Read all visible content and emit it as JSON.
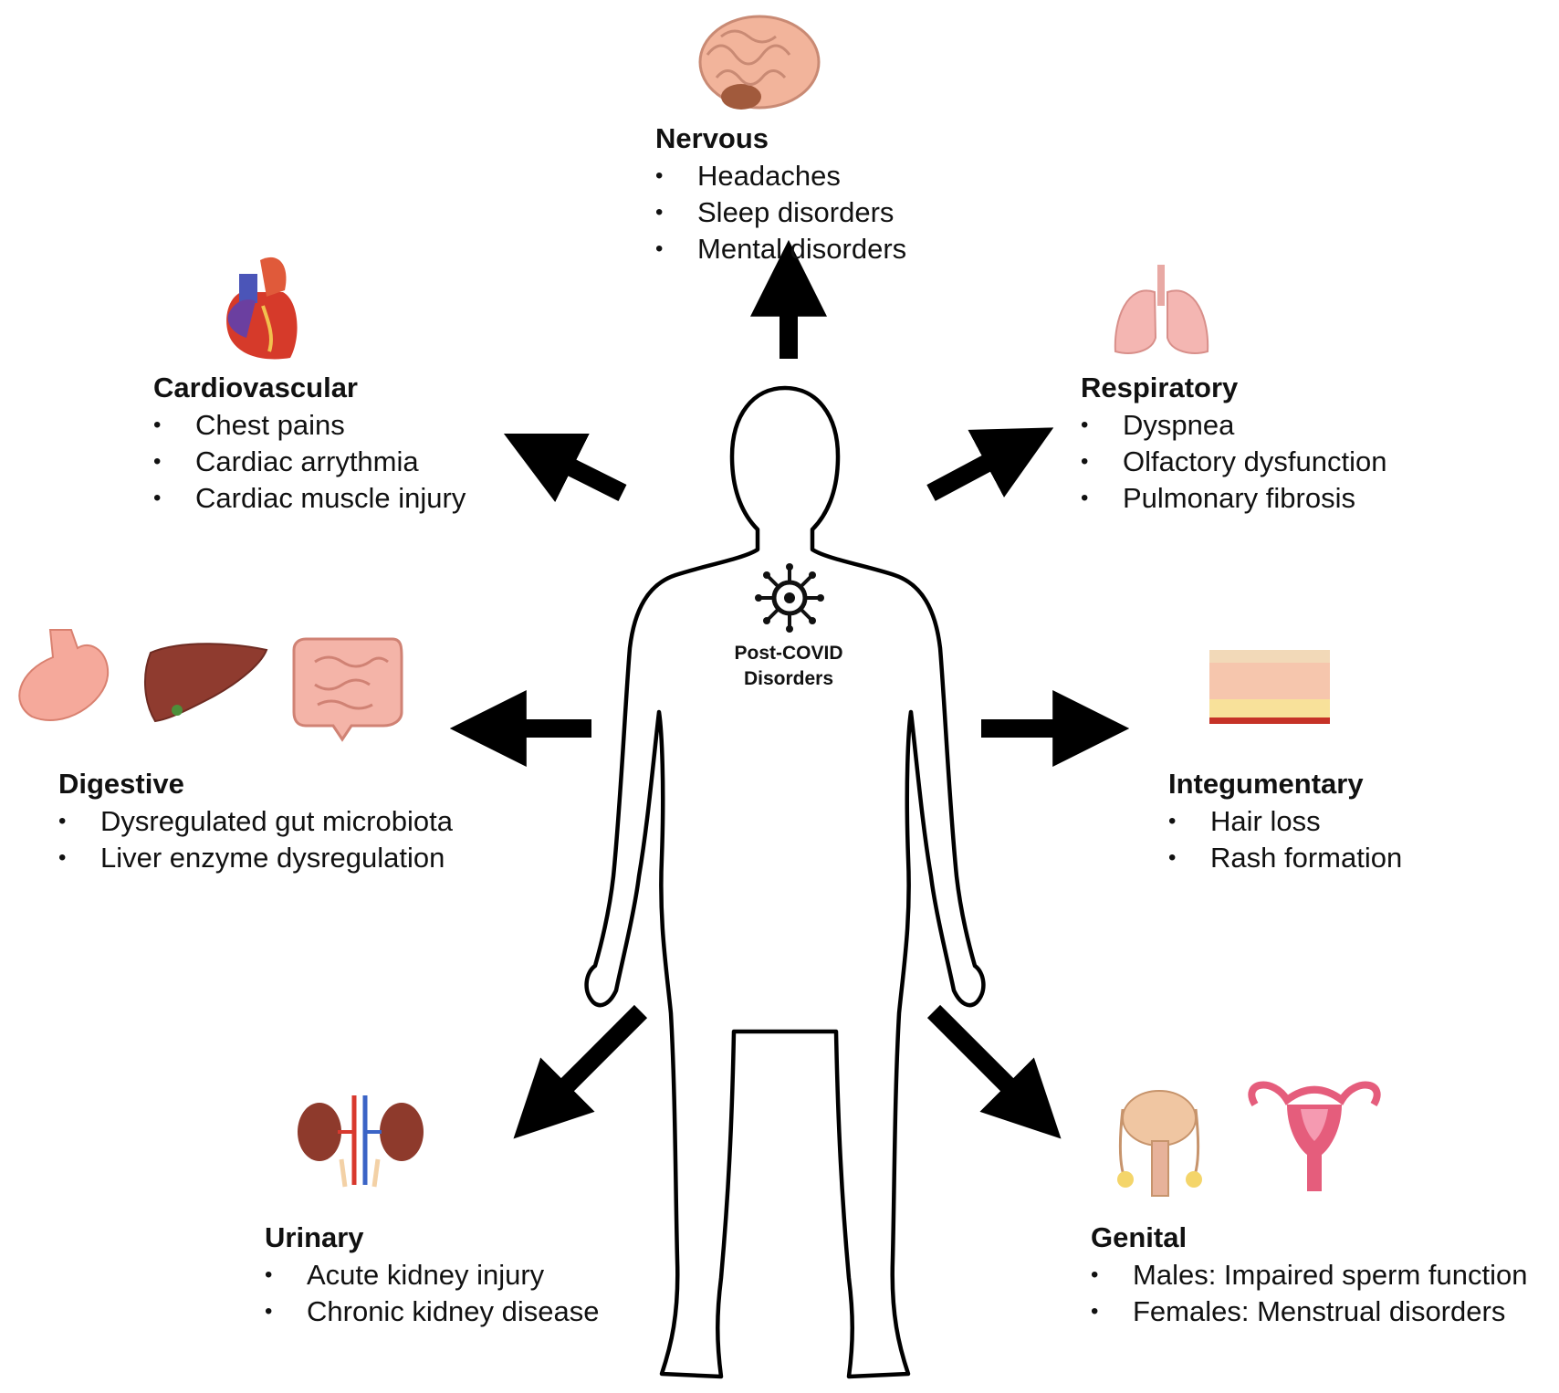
{
  "center": {
    "line1": "Post-COVID",
    "line2": "Disorders"
  },
  "systems": {
    "nervous": {
      "title": "Nervous",
      "items": [
        "Headaches",
        "Sleep disorders",
        "Mental disorders"
      ]
    },
    "cardiovascular": {
      "title": "Cardiovascular",
      "items": [
        "Chest pains",
        "Cardiac arrythmia",
        "Cardiac muscle injury"
      ]
    },
    "respiratory": {
      "title": "Respiratory",
      "items": [
        "Dyspnea",
        "Olfactory dysfunction",
        "Pulmonary fibrosis"
      ]
    },
    "digestive": {
      "title": "Digestive",
      "items": [
        "Dysregulated gut microbiota",
        "Liver enzyme dysregulation"
      ]
    },
    "integumentary": {
      "title": "Integumentary",
      "items": [
        "Hair loss",
        "Rash formation"
      ]
    },
    "urinary": {
      "title": "Urinary",
      "items": [
        "Acute kidney injury",
        "Chronic kidney disease"
      ]
    },
    "genital": {
      "title": "Genital",
      "items": [
        "Males: Impaired sperm function",
        "Females: Menstrual disorders"
      ]
    }
  },
  "icons": [
    "brain-icon",
    "heart-icon",
    "lungs-icon",
    "stomach-icon",
    "liver-icon",
    "intestine-icon",
    "skin-icon",
    "kidneys-icon",
    "male-reproductive-icon",
    "uterus-icon",
    "virus-icon"
  ]
}
